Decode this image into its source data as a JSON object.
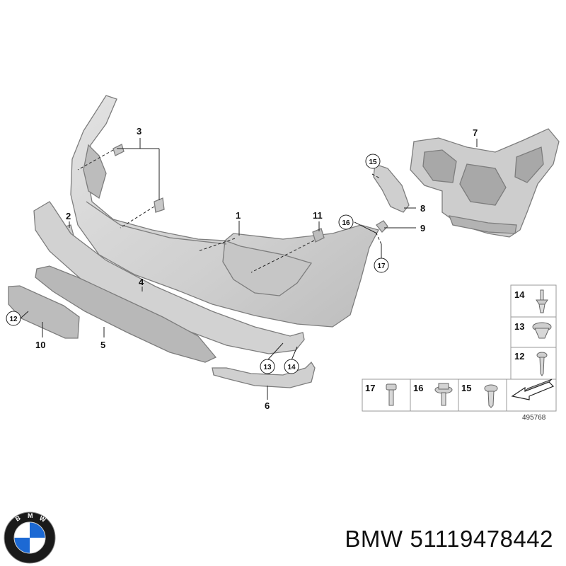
{
  "callouts": {
    "c1": "1",
    "c2": "2",
    "c3": "3",
    "c4": "4",
    "c5": "5",
    "c6": "6",
    "c7": "7",
    "c8": "8",
    "c9": "9",
    "c10": "10",
    "c11": "11",
    "c12": "12",
    "c13": "13",
    "c14": "14",
    "c15": "15",
    "c16": "16",
    "c17": "17"
  },
  "fastener_grid": {
    "right_column": [
      "14",
      "13",
      "12"
    ],
    "bottom_row": [
      "17",
      "16",
      "15"
    ]
  },
  "drawing_number": "495768",
  "logo": {
    "text": "BMW",
    "colors": {
      "blue": "#1c69d4",
      "white": "#ffffff",
      "ring": "#1a1a1a"
    }
  },
  "caption": {
    "brand": "BMW",
    "part_number": "51119478442"
  },
  "colors": {
    "part_fill": "#d4d4d4",
    "part_shade": "#b9b9b9",
    "line": "#222222"
  }
}
